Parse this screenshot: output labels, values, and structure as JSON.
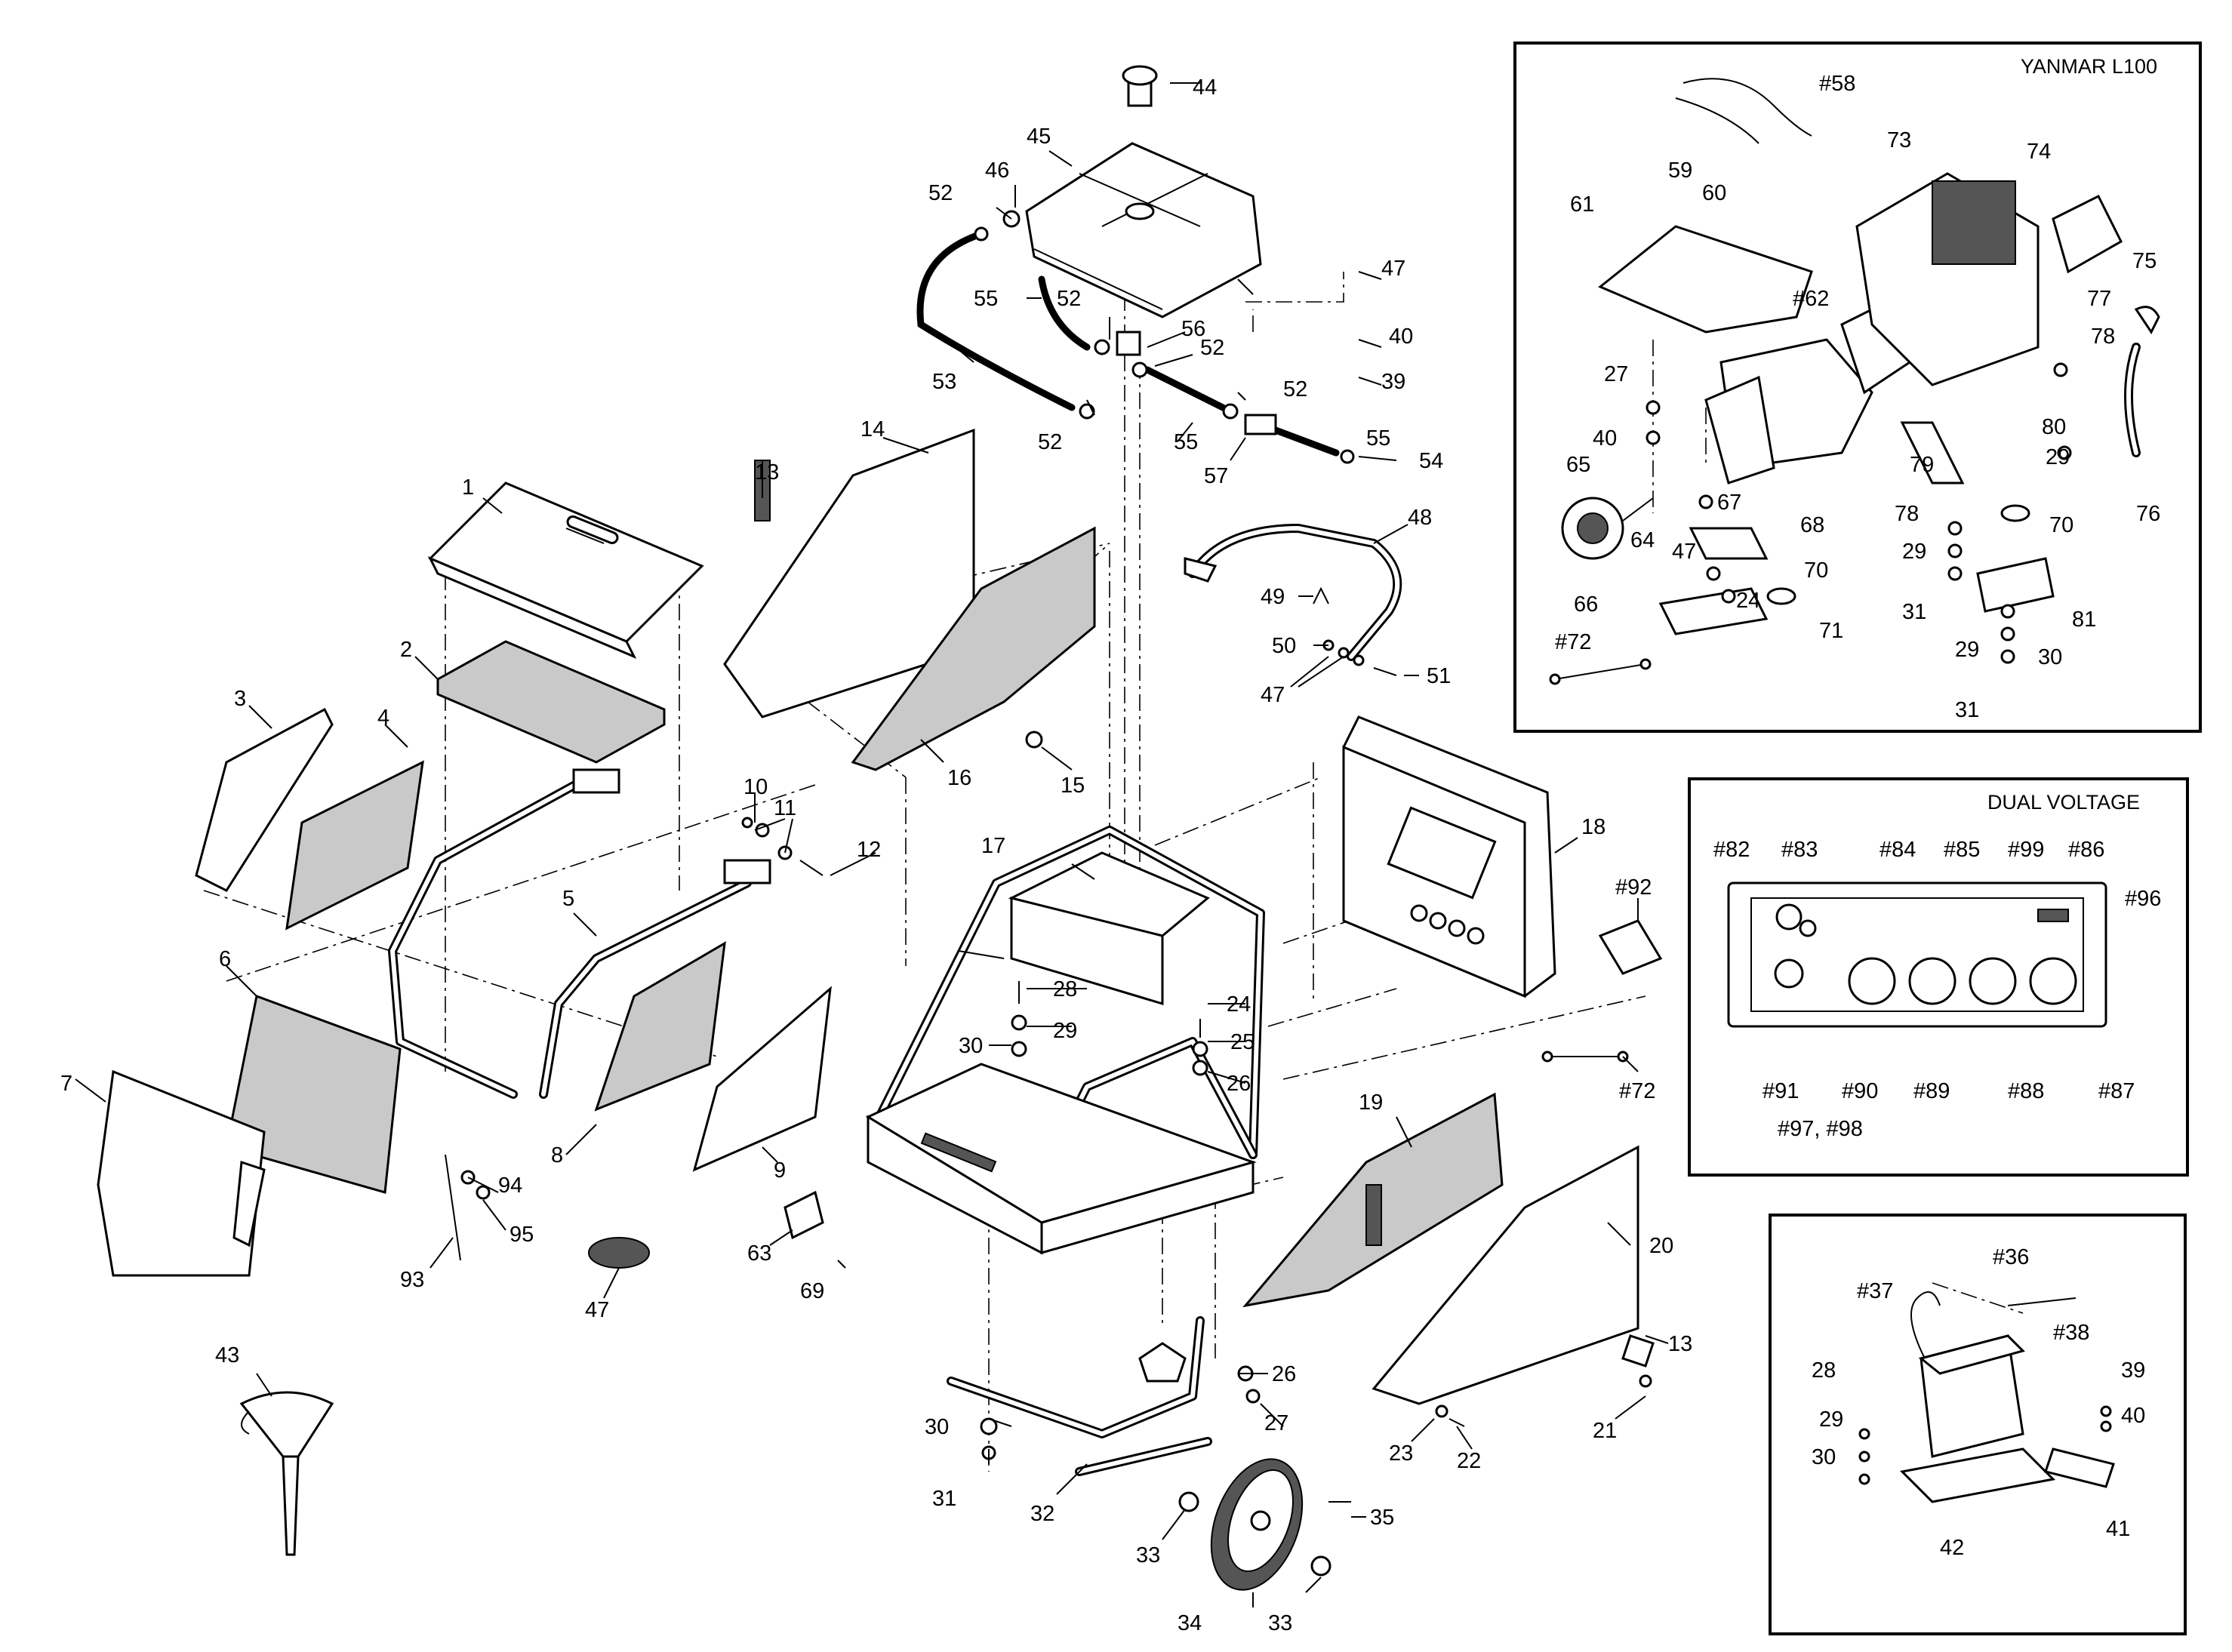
{
  "sections": {
    "engine_title": "YANMAR L100",
    "dual_voltage_title": "DUAL VOLTAGE"
  },
  "labels": {
    "l1": "1",
    "l2": "2",
    "l3": "3",
    "l4": "4",
    "l5": "5",
    "l6": "6",
    "l7": "7",
    "l8": "8",
    "l9": "9",
    "l10": "10",
    "l11": "11",
    "l12": "12",
    "l13a": "13",
    "l13b": "13",
    "l14": "14",
    "l15": "15",
    "l16": "16",
    "l17": "17",
    "l18": "18",
    "l19": "19",
    "l20": "20",
    "l21": "21",
    "l22": "22",
    "l23": "23",
    "l24": "24",
    "l25": "25",
    "l26a": "26",
    "l26b": "26",
    "l27": "27",
    "l28": "28",
    "l29": "29",
    "l30a": "30",
    "l30b": "30",
    "l31": "31",
    "l32": "32",
    "l33a": "33",
    "l33b": "33",
    "l34": "34",
    "l35": "35",
    "l39": "39",
    "l40": "40",
    "l43": "43",
    "l44": "44",
    "l45": "45",
    "l46": "46",
    "l47a": "47",
    "l47b": "47",
    "l47c": "47",
    "l48": "48",
    "l49": "49",
    "l50": "50",
    "l51": "51",
    "l52a": "52",
    "l52b": "52",
    "l52c": "52",
    "l52d": "52",
    "l52e": "52",
    "l53": "53",
    "l54": "54",
    "l55a": "55",
    "l55b": "55",
    "l55c": "55",
    "l56": "56",
    "l57": "57",
    "l63": "63",
    "l69": "69",
    "l72": "#72",
    "l92": "#92",
    "l93": "93",
    "l94": "94",
    "l95": "95"
  },
  "engine_labels": {
    "e58": "#58",
    "e59": "59",
    "e60": "60",
    "e61": "61",
    "e62": "#62",
    "e73": "73",
    "e74": "74",
    "e75": "75",
    "e77": "77",
    "e78a": "78",
    "e27": "27",
    "e40": "40",
    "e65": "65",
    "e64": "64",
    "e67": "67",
    "e68": "68",
    "e47": "47",
    "e24": "24",
    "e70a": "70",
    "e70b": "70",
    "e71": "71",
    "e66": "66",
    "e72": "#72",
    "e80": "80",
    "e29a": "29",
    "e79": "79",
    "e76": "76",
    "e78b": "78",
    "e29b": "29",
    "e31a": "31",
    "e81": "81",
    "e29c": "29",
    "e30": "30",
    "e31b": "31"
  },
  "panel_labels": {
    "p82": "#82",
    "p83": "#83",
    "p84": "#84",
    "p85": "#85",
    "p99": "#99",
    "p86": "#86",
    "p96": "#96",
    "p91": "#91",
    "p90": "#90",
    "p89": "#89",
    "p88": "#88",
    "p87": "#87",
    "p97": "#97, #98"
  },
  "battery_labels": {
    "b36": "#36",
    "b37": "#37",
    "b38": "#38",
    "b28": "28",
    "b29": "29",
    "b30": "30",
    "b39": "39",
    "b40": "40",
    "b41": "41",
    "b42": "42"
  }
}
